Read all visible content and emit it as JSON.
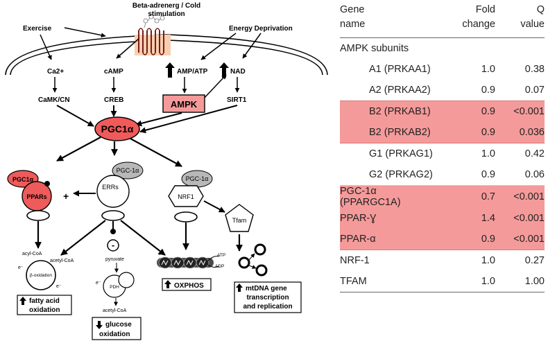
{
  "diagram": {
    "labels": {
      "beta_line1": "Beta-adrenerg / Cold",
      "beta_line2": "stimulation",
      "exercise": "Exercise",
      "energy_deprivation": "Energy Deprivation",
      "ca2": "Ca2+",
      "camp": "cAMP",
      "amp_atp": "AMP/ATP",
      "nad": "NAD",
      "camk": "CaMK/CN",
      "creb": "CREB",
      "ampk": "AMPK",
      "sirt1": "SIRT1",
      "pgc1a_main": "PGC1α",
      "pgc1a_small": "PGC1α",
      "ppars": "PPARs",
      "plus": "+",
      "pgc1a_errs": "PGC-1α",
      "errs": "ERRs",
      "pgc1a_nrf": "PGC-1α",
      "nrf1": "NRF1",
      "tfam": "Tfam",
      "acyl_coa": "acyl-CoA",
      "acetyl_coa_top": "acetyl-CoA",
      "beta_oxidation": "β-oxidation",
      "e_minus": "e⁻",
      "pyruvate": "pyruvate",
      "pdh": "PDH",
      "acetyl_coa_bottom": "acetyl-CoA",
      "minus": "-",
      "atp": "ATP",
      "adp": "ADP",
      "fatty_line1": "fatty acid",
      "fatty_line2": "oxidation",
      "glucose_line1": "glucose",
      "glucose_line2": "oxidation",
      "oxphos": "OXPHOS",
      "mtdna_line1": "mtDNA gene",
      "mtdna_line2": "transcription",
      "mtdna_line3": "and replication"
    },
    "colors": {
      "pgc1a_fill": "#ef5a5a",
      "ampk_fill": "#f59a9a",
      "receptor_fill": "#f8cfae",
      "receptor_stripes": "#7a1a1a",
      "gray_oval": "#b8b8b8"
    },
    "icons": {
      "up_arrow": "up-arrow-icon",
      "down_arrow": "down-arrow-icon"
    }
  },
  "table": {
    "headers": {
      "gene_line1": "Gene",
      "gene_line2": "name",
      "fold_line1": "Fold",
      "fold_line2": "change",
      "q_line1": "Q",
      "q_line2": "value"
    },
    "rows": [
      {
        "name": "AMPK subunits",
        "fold": "",
        "q": "",
        "indent": false,
        "highlight": false
      },
      {
        "name": "A1 (PRKAA1)",
        "fold": "1.0",
        "q": "0.38",
        "indent": true,
        "highlight": false
      },
      {
        "name": "A2 (PRKAA2)",
        "fold": "0.9",
        "q": "0.07",
        "indent": true,
        "highlight": false
      },
      {
        "name": "B2 (PRKAB1)",
        "fold": "0.9",
        "q": "<0.001",
        "indent": true,
        "highlight": true
      },
      {
        "name": "B2 (PRKAB2)",
        "fold": "0.9",
        "q": "0.036",
        "indent": true,
        "highlight": true
      },
      {
        "name": "G1 (PRKAG1)",
        "fold": "1.0",
        "q": "0.42",
        "indent": true,
        "highlight": false
      },
      {
        "name": "G2 (PRKAG2)",
        "fold": "0.9",
        "q": "0.06",
        "indent": true,
        "highlight": false
      },
      {
        "name": "PGC-1α (PPARGC1A)",
        "fold": "0.7",
        "q": "<0.001",
        "indent": false,
        "highlight": true
      },
      {
        "name": "PPAR-Ɣ",
        "fold": "1.4",
        "q": "<0.001",
        "indent": false,
        "highlight": true
      },
      {
        "name": "PPAR-α",
        "fold": "0.9",
        "q": "<0.001",
        "indent": false,
        "highlight": true
      },
      {
        "name": "NRF-1",
        "fold": "1.0",
        "q": "0.27",
        "indent": false,
        "highlight": false
      },
      {
        "name": "TFAM",
        "fold": "1.0",
        "q": "1.00",
        "indent": false,
        "highlight": false
      }
    ]
  }
}
